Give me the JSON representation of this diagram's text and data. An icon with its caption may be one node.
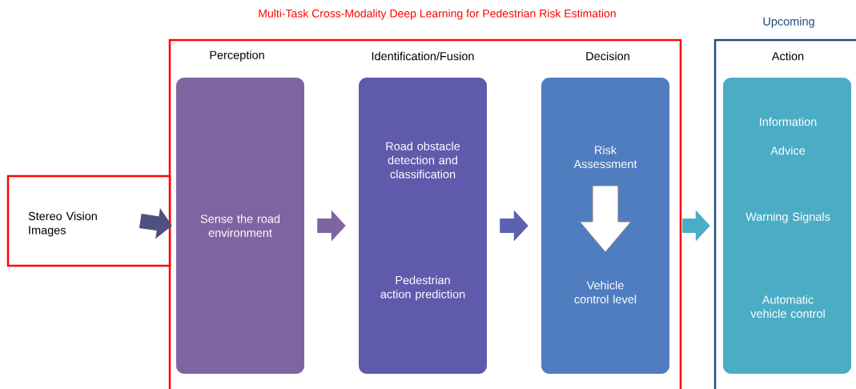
{
  "diagram": {
    "title": "Multi-Task Cross-Modality Deep Learning for Pedestrian Risk Estimation",
    "nodes": [
      {
        "text": [],
        "shape": "box"
      },
      {
        "text": [
          "Upcoming"
        ]
      },
      {
        "text": [
          "Stereo Vision Images"
        ]
      },
      {
        "text": [
          "Perception",
          "Sense the road environment"
        ],
        "in": 0
      },
      {
        "text": [
          "Identification/Fusion",
          "Road obstacle detection and classification",
          "Pedestrian action prediction"
        ],
        "in": 0
      },
      {
        "text": [
          "Decision",
          "Risk Assessment",
          "Vehicle control level"
        ],
        "in": 0
      },
      {
        "text": [
          "Action",
          "Information",
          "Advice",
          "Warning Signals",
          "Automatic vehicle control"
        ],
        "in": 1
      }
    ],
    "edges": [
      {
        "from": 2,
        "to": 3,
        "arrow": "to",
        "color": "#4f4f80"
      },
      {
        "from": 3,
        "to": 4,
        "arrow": "to",
        "color": "#8064a2"
      },
      {
        "from": 4,
        "to": 5,
        "arrow": "to",
        "color": "#5b62b0"
      },
      {
        "from": 5,
        "to": 6,
        "arrow": "to",
        "color": "#4bacc6"
      }
    ]
  }
}
